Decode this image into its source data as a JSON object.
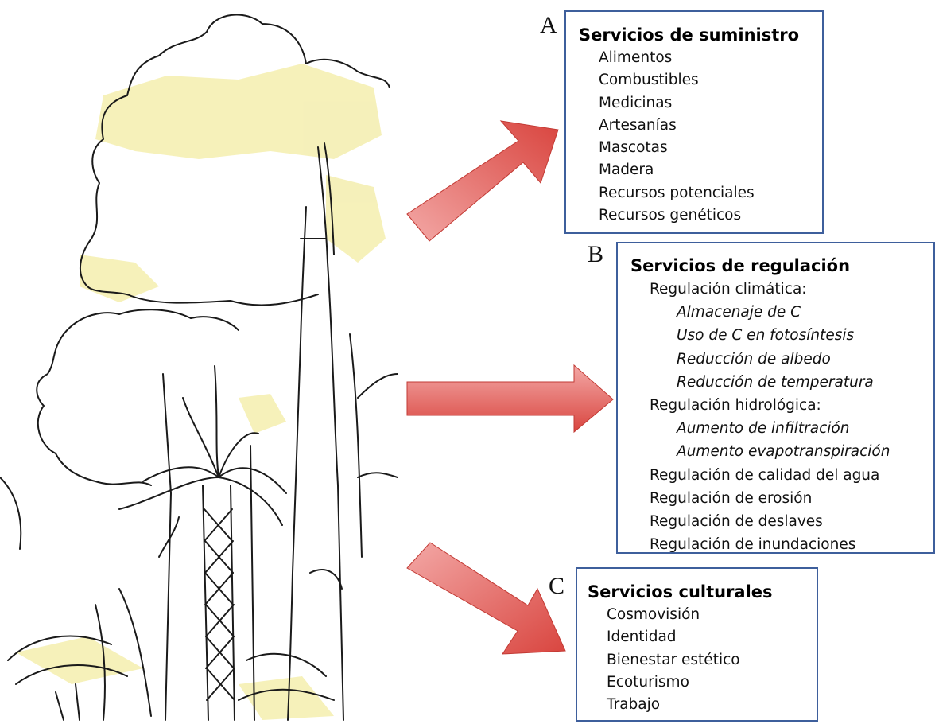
{
  "panels": {
    "a": {
      "letter": "A",
      "title": "Servicios de suministro",
      "items": [
        "Alimentos",
        "Combustibles",
        "Medicinas",
        "Artesanías",
        "Mascotas",
        "Madera",
        "Recursos potenciales",
        "Recursos genéticos"
      ]
    },
    "b": {
      "letter": "B",
      "title": "Servicios de regulación",
      "items": [
        {
          "text": "Regulación climática:",
          "sub": false
        },
        {
          "text": "Almacenaje de C",
          "sub": true
        },
        {
          "text": "Uso de C en fotosíntesis",
          "sub": true
        },
        {
          "text": "Reducción de albedo",
          "sub": true
        },
        {
          "text": "Reducción de temperatura",
          "sub": true
        },
        {
          "text": "Regulación hidrológica:",
          "sub": false
        },
        {
          "text": "Aumento de infiltración",
          "sub": true
        },
        {
          "text": "Aumento evapotranspiración",
          "sub": true
        },
        {
          "text": "Regulación de calidad del agua",
          "sub": false
        },
        {
          "text": "Regulación de erosión",
          "sub": false
        },
        {
          "text": "Regulación de deslaves",
          "sub": false
        },
        {
          "text": "Regulación de inundaciones",
          "sub": false
        }
      ]
    },
    "c": {
      "letter": "C",
      "title": "Servicios culturales",
      "items": [
        "Cosmovisión",
        "Identidad",
        "Bienestar estético",
        "Ecoturismo",
        "Trabajo"
      ]
    }
  },
  "colors": {
    "box_border": "#3e5f9c",
    "arrow_fill_light": "#f2a0a0",
    "arrow_fill_dark": "#d9453f",
    "foliage_highlight": "#f3eca0",
    "ink": "#1a1a1a"
  }
}
